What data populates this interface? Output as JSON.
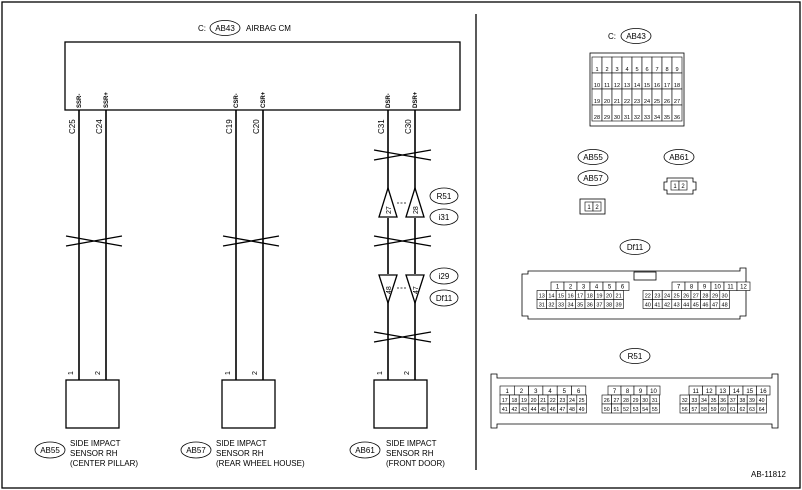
{
  "left": {
    "cm": {
      "prefix": "C:",
      "connector": "AB43",
      "title": "AIRBAG CM"
    },
    "terminals": [
      "SSR-",
      "SSR+",
      "CSR-",
      "CSR+",
      "DSR-",
      "DSR+"
    ],
    "pins": [
      "C25",
      "C24",
      "C19",
      "C20",
      "C31",
      "C30"
    ],
    "conn1": {
      "pins": [
        "27",
        "28"
      ],
      "tags": [
        "R51",
        "i31"
      ]
    },
    "conn2": {
      "pins": [
        "48",
        "47"
      ],
      "tags": [
        "i29",
        "Df11"
      ]
    },
    "sensor_pins": [
      "1",
      "2"
    ],
    "sensors": [
      {
        "connector": "AB55",
        "line1": "SIDE IMPACT",
        "line2": "SENSOR RH",
        "line3": "(CENTER PILLAR)"
      },
      {
        "connector": "AB57",
        "line1": "SIDE IMPACT",
        "line2": "SENSOR RH",
        "line3": "(REAR WHEEL HOUSE)"
      },
      {
        "connector": "AB61",
        "line1": "SIDE IMPACT",
        "line2": "SENSOR RH",
        "line3": "(FRONT DOOR)"
      }
    ]
  },
  "right": {
    "ab43": {
      "prefix": "C:",
      "label": "AB43",
      "rows": [
        [
          "1",
          "2",
          "3",
          "4",
          "5",
          "6",
          "7",
          "8",
          "9"
        ],
        [
          "10",
          "11",
          "12",
          "13",
          "14",
          "15",
          "16",
          "17",
          "18"
        ],
        [
          "19",
          "20",
          "21",
          "22",
          "23",
          "24",
          "25",
          "26",
          "27"
        ],
        [
          "28",
          "29",
          "30",
          "31",
          "32",
          "33",
          "34",
          "35",
          "36"
        ]
      ]
    },
    "ab55": {
      "labels": [
        "AB55",
        "AB57"
      ],
      "pins": [
        "1",
        "2"
      ]
    },
    "ab61": {
      "label": "AB61",
      "pins": [
        "1",
        "2"
      ]
    },
    "df11": {
      "label": "Df11",
      "left_rows": [
        [
          "1",
          "2",
          "3",
          "4",
          "5",
          "6"
        ],
        [
          "13",
          "14",
          "15",
          "16",
          "17",
          "18",
          "19",
          "20",
          "21"
        ],
        [
          "31",
          "32",
          "33",
          "34",
          "35",
          "36",
          "37",
          "38",
          "39"
        ]
      ],
      "right_rows": [
        [
          "7",
          "8",
          "9",
          "10",
          "11",
          "12"
        ],
        [
          "22",
          "23",
          "24",
          "25",
          "26",
          "27",
          "28",
          "29",
          "30"
        ],
        [
          "40",
          "41",
          "42",
          "43",
          "44",
          "45",
          "46",
          "47",
          "48"
        ]
      ]
    },
    "r51": {
      "label": "R51",
      "sections": [
        {
          "rows": [
            [
              "1",
              "2",
              "3",
              "4",
              "5",
              "6"
            ],
            [
              "17",
              "18",
              "19",
              "20",
              "21",
              "22",
              "23",
              "24",
              "25"
            ],
            [
              "41",
              "42",
              "43",
              "44",
              "45",
              "46",
              "47",
              "48",
              "49"
            ]
          ]
        },
        {
          "rows": [
            [
              "7",
              "8",
              "9",
              "10"
            ],
            [
              "26",
              "27",
              "28",
              "29",
              "30",
              "31"
            ],
            [
              "50",
              "51",
              "52",
              "53",
              "54",
              "55"
            ]
          ]
        },
        {
          "rows": [
            [
              "11",
              "12",
              "13",
              "14",
              "15",
              "16"
            ],
            [
              "32",
              "33",
              "34",
              "35",
              "36",
              "37",
              "38",
              "39",
              "40"
            ],
            [
              "56",
              "57",
              "58",
              "59",
              "60",
              "61",
              "62",
              "63",
              "64"
            ]
          ]
        }
      ]
    }
  },
  "figure_id": "AB-11812"
}
